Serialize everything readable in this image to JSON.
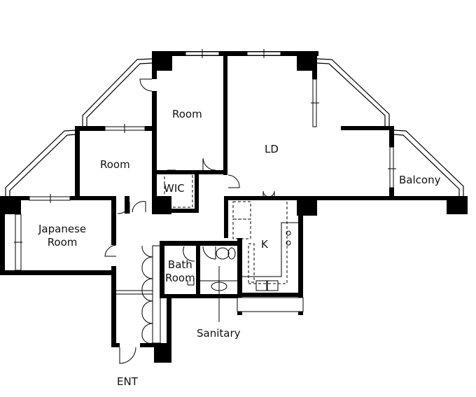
{
  "floorplan": {
    "rooms": [
      {
        "id": "room-1",
        "label": "Room"
      },
      {
        "id": "room-2",
        "label": "Room"
      },
      {
        "id": "ld",
        "label": "LD"
      },
      {
        "id": "wic",
        "label": "WIC"
      },
      {
        "id": "balcony",
        "label": "Balcony"
      },
      {
        "id": "japanese-room",
        "label_line1": "Japanese",
        "label_line2": "Room"
      },
      {
        "id": "kitchen",
        "label": "K"
      },
      {
        "id": "bath-room",
        "label_line1": "Bath",
        "label_line2": "Room"
      },
      {
        "id": "sanitary",
        "label": "Sanitary"
      },
      {
        "id": "entrance",
        "label": "ENT"
      }
    ],
    "colors": {
      "wall": "#000000",
      "background": "#ffffff"
    }
  }
}
